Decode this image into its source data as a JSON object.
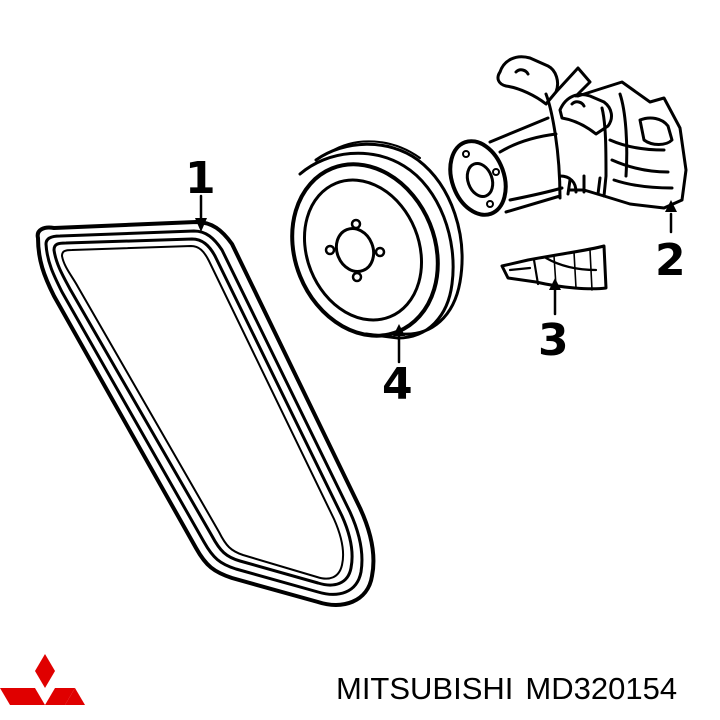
{
  "callouts": {
    "belt": "1",
    "water_pump": "2",
    "gasket": "3",
    "pulley": "4"
  },
  "caption": {
    "brand": "MITSUBISHI",
    "part_number": "MD320154"
  },
  "colors": {
    "line": "#000000",
    "background": "#ffffff",
    "logo": "#e00000"
  },
  "icons": {
    "logo": "mitsubishi-three-diamond-logo"
  }
}
